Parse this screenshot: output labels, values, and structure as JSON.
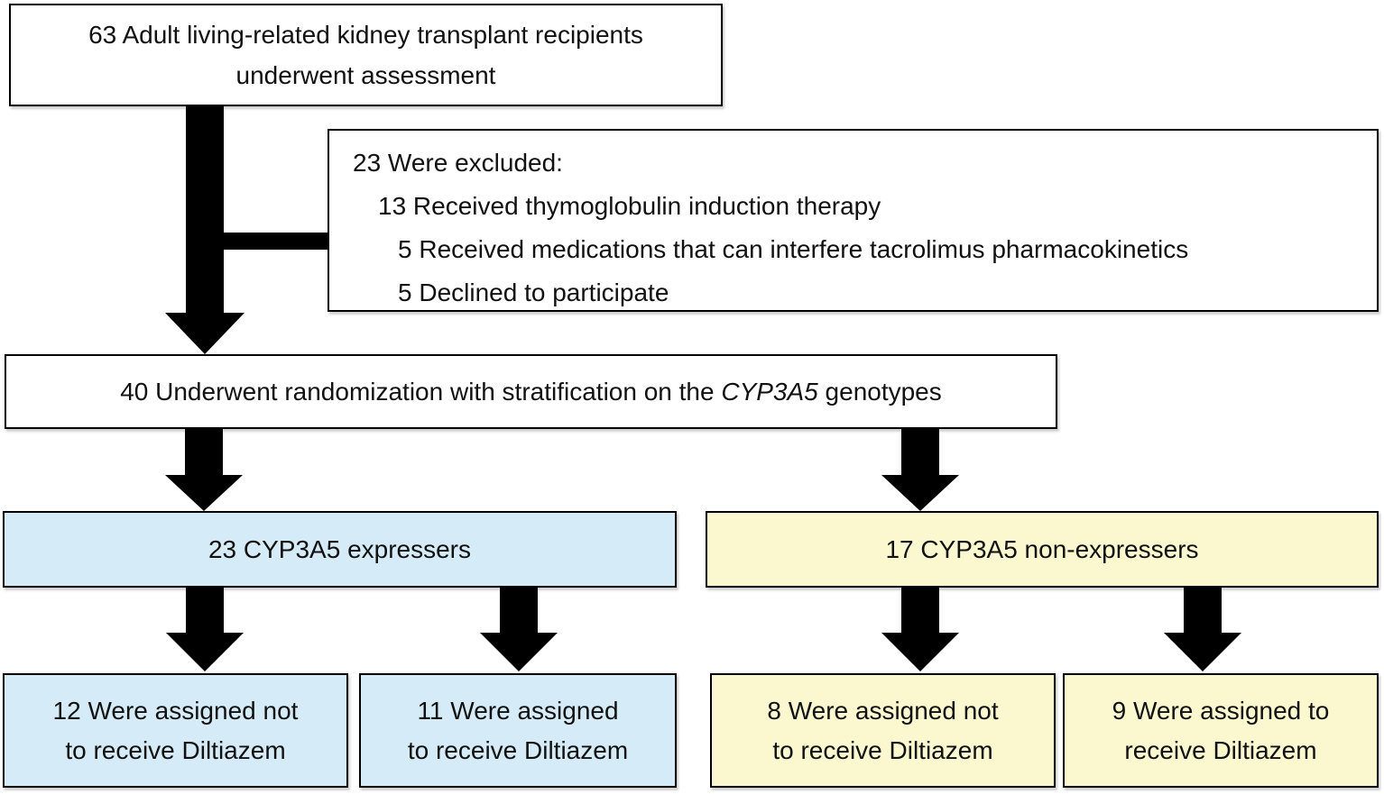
{
  "figure": {
    "type": "consort-flow-diagram",
    "colors": {
      "expresser_fill": "#d5ebf7",
      "non_expresser_fill": "#fbf8d0",
      "plain_fill": "#ffffff",
      "border": "#000000",
      "arrow": "#000000"
    },
    "boxes": {
      "assessment": {
        "line1": "63 Adult living-related kidney transplant recipients",
        "line2": "underwent assessment"
      },
      "excluded": {
        "lines": [
          "23 Were excluded:",
          "13 Received thymoglobulin induction therapy",
          "5 Received medications that can interfere tacrolimus pharmacokinetics",
          "5 Declined to participate"
        ]
      },
      "randomization": {
        "prefix": "40 Underwent randomization with stratification on the ",
        "gene": "CYP3A5",
        "suffix": " genotypes"
      },
      "expressers": {
        "label": "23 CYP3A5 expressers"
      },
      "non_expressers": {
        "label": "17 CYP3A5 non-expressers"
      },
      "arm_expresser_no_diltiazem": {
        "line1": "12 Were assigned not",
        "line2": "to receive Diltiazem"
      },
      "arm_expresser_diltiazem": {
        "line1": "11 Were assigned",
        "line2": "to receive Diltiazem"
      },
      "arm_nonexpresser_no_diltiazem": {
        "line1": "8 Were assigned not",
        "line2": "to receive Diltiazem"
      },
      "arm_nonexpresser_diltiazem": {
        "line1": "9 Were assigned to",
        "line2": "receive Diltiazem"
      }
    }
  }
}
